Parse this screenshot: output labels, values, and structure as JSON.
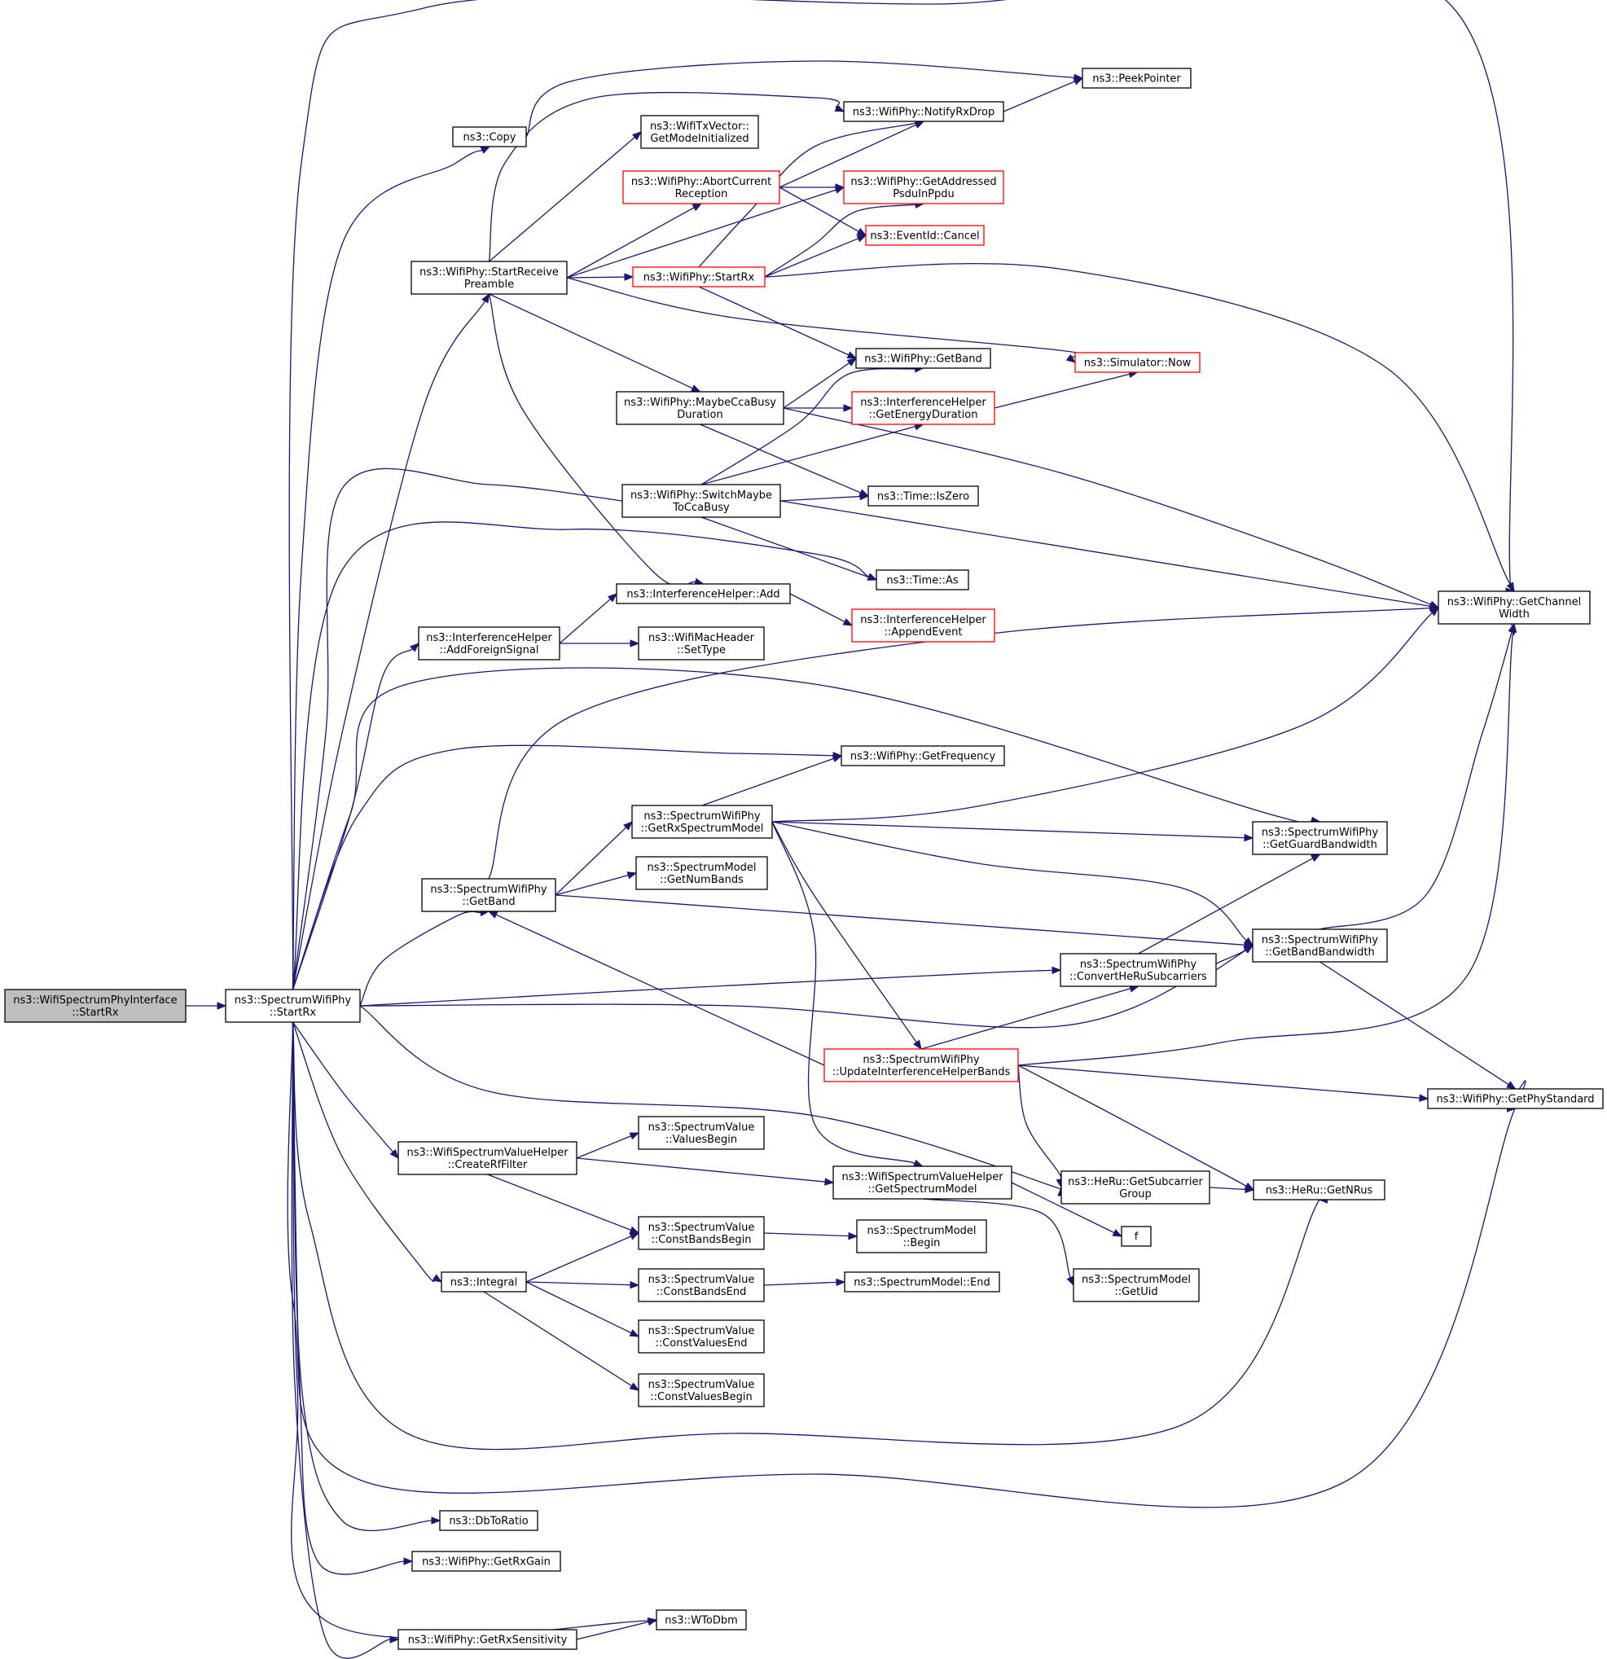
{
  "diagram": {
    "type": "call-graph",
    "nodes": [
      {
        "id": "root",
        "lines": [
          "ns3::WifiSpectrumPhyInterface",
          "::StartRx"
        ],
        "style": "root"
      },
      {
        "id": "swp_startrx",
        "lines": [
          "ns3::SpectrumWifiPhy",
          "::StartRx"
        ],
        "style": "normal"
      },
      {
        "id": "copy",
        "lines": [
          "ns3::Copy"
        ],
        "style": "normal"
      },
      {
        "id": "peek",
        "lines": [
          "ns3::PeekPointer"
        ],
        "style": "normal"
      },
      {
        "id": "notifyrxdrop",
        "lines": [
          "ns3::WifiPhy::NotifyRxDrop"
        ],
        "style": "normal"
      },
      {
        "id": "getmodeinit",
        "lines": [
          "ns3::WifiTxVector::",
          "GetModeInitialized"
        ],
        "style": "normal"
      },
      {
        "id": "abort",
        "lines": [
          "ns3::WifiPhy::AbortCurrent",
          "Reception"
        ],
        "style": "red"
      },
      {
        "id": "getaddressed",
        "lines": [
          "ns3::WifiPhy::GetAddressed",
          "PsduInPpdu"
        ],
        "style": "red"
      },
      {
        "id": "cancel",
        "lines": [
          "ns3::EventId::Cancel"
        ],
        "style": "red"
      },
      {
        "id": "startpreamble",
        "lines": [
          "ns3::WifiPhy::StartReceive",
          "Preamble"
        ],
        "style": "normal"
      },
      {
        "id": "wp_startrx",
        "lines": [
          "ns3::WifiPhy::StartRx"
        ],
        "style": "red"
      },
      {
        "id": "now",
        "lines": [
          "ns3::Simulator::Now"
        ],
        "style": "red"
      },
      {
        "id": "wp_getband",
        "lines": [
          "ns3::WifiPhy::GetBand"
        ],
        "style": "normal"
      },
      {
        "id": "maybecca",
        "lines": [
          "ns3::WifiPhy::MaybeCcaBusy",
          "Duration"
        ],
        "style": "normal"
      },
      {
        "id": "energy",
        "lines": [
          "ns3::InterferenceHelper",
          "::GetEnergyDuration"
        ],
        "style": "red"
      },
      {
        "id": "iszero",
        "lines": [
          "ns3::Time::IsZero"
        ],
        "style": "normal"
      },
      {
        "id": "switchcca",
        "lines": [
          "ns3::WifiPhy::SwitchMaybe",
          "ToCcaBusy"
        ],
        "style": "normal"
      },
      {
        "id": "timeas",
        "lines": [
          "ns3::Time::As"
        ],
        "style": "normal"
      },
      {
        "id": "getchwidth",
        "lines": [
          "ns3::WifiPhy::GetChannel",
          "Width"
        ],
        "style": "normal"
      },
      {
        "id": "ihadd",
        "lines": [
          "ns3::InterferenceHelper::Add"
        ],
        "style": "normal"
      },
      {
        "id": "appendevent",
        "lines": [
          "ns3::InterferenceHelper",
          "::AppendEvent"
        ],
        "style": "red"
      },
      {
        "id": "addforeign",
        "lines": [
          "ns3::InterferenceHelper",
          "::AddForeignSignal"
        ],
        "style": "normal"
      },
      {
        "id": "settype",
        "lines": [
          "ns3::WifiMacHeader",
          "::SetType"
        ],
        "style": "normal"
      },
      {
        "id": "getfreq",
        "lines": [
          "ns3::WifiPhy::GetFrequency"
        ],
        "style": "normal"
      },
      {
        "id": "getrxspec",
        "lines": [
          "ns3::SpectrumWifiPhy",
          "::GetRxSpectrumModel"
        ],
        "style": "normal"
      },
      {
        "id": "guardbw",
        "lines": [
          "ns3::SpectrumWifiPhy",
          "::GetGuardBandwidth"
        ],
        "style": "normal"
      },
      {
        "id": "numbands",
        "lines": [
          "ns3::SpectrumModel",
          "::GetNumBands"
        ],
        "style": "normal"
      },
      {
        "id": "swp_getband",
        "lines": [
          "ns3::SpectrumWifiPhy",
          "::GetBand"
        ],
        "style": "normal"
      },
      {
        "id": "bandbw",
        "lines": [
          "ns3::SpectrumWifiPhy",
          "::GetBandBandwidth"
        ],
        "style": "normal"
      },
      {
        "id": "converthe",
        "lines": [
          "ns3::SpectrumWifiPhy",
          "::ConvertHeRuSubcarriers"
        ],
        "style": "normal"
      },
      {
        "id": "updateih",
        "lines": [
          "ns3::SpectrumWifiPhy",
          "::UpdateInterferenceHelperBands"
        ],
        "style": "red"
      },
      {
        "id": "phystd",
        "lines": [
          "ns3::WifiPhy::GetPhyStandard"
        ],
        "style": "normal"
      },
      {
        "id": "createrf",
        "lines": [
          "ns3::WifiSpectrumValueHelper",
          "::CreateRfFilter"
        ],
        "style": "normal"
      },
      {
        "id": "valuesbegin",
        "lines": [
          "ns3::SpectrumValue",
          "::ValuesBegin"
        ],
        "style": "normal"
      },
      {
        "id": "getspecmodel",
        "lines": [
          "ns3::WifiSpectrumValueHelper",
          "::GetSpectrumModel"
        ],
        "style": "normal"
      },
      {
        "id": "subgroup",
        "lines": [
          "ns3::HeRu::GetSubcarrier",
          "Group"
        ],
        "style": "normal"
      },
      {
        "id": "getnrus",
        "lines": [
          "ns3::HeRu::GetNRus"
        ],
        "style": "normal"
      },
      {
        "id": "cbbegin",
        "lines": [
          "ns3::SpectrumValue",
          "::ConstBandsBegin"
        ],
        "style": "normal"
      },
      {
        "id": "smbegin",
        "lines": [
          "ns3::SpectrumModel",
          "::Begin"
        ],
        "style": "normal"
      },
      {
        "id": "f",
        "lines": [
          "f"
        ],
        "style": "normal"
      },
      {
        "id": "integral",
        "lines": [
          "ns3::Integral"
        ],
        "style": "normal"
      },
      {
        "id": "cbend",
        "lines": [
          "ns3::SpectrumValue",
          "::ConstBandsEnd"
        ],
        "style": "normal"
      },
      {
        "id": "smend",
        "lines": [
          "ns3::SpectrumModel::End"
        ],
        "style": "normal"
      },
      {
        "id": "getuid",
        "lines": [
          "ns3::SpectrumModel",
          "::GetUid"
        ],
        "style": "normal"
      },
      {
        "id": "cvend",
        "lines": [
          "ns3::SpectrumValue",
          "::ConstValuesEnd"
        ],
        "style": "normal"
      },
      {
        "id": "cvbegin",
        "lines": [
          "ns3::SpectrumValue",
          "::ConstValuesBegin"
        ],
        "style": "normal"
      },
      {
        "id": "dbtoratio",
        "lines": [
          "ns3::DbToRatio"
        ],
        "style": "normal"
      },
      {
        "id": "rxgain",
        "lines": [
          "ns3::WifiPhy::GetRxGain"
        ],
        "style": "normal"
      },
      {
        "id": "wtodbm",
        "lines": [
          "ns3::WToDbm"
        ],
        "style": "normal"
      },
      {
        "id": "rxsens",
        "lines": [
          "ns3::WifiPhy::GetRxSensitivity"
        ],
        "style": "normal"
      }
    ],
    "edges": [
      [
        "root",
        "swp_startrx"
      ],
      [
        "swp_startrx",
        "getchwidth"
      ],
      [
        "swp_startrx",
        "copy"
      ],
      [
        "swp_startrx",
        "startpreamble"
      ],
      [
        "swp_startrx",
        "switchcca"
      ],
      [
        "swp_startrx",
        "timeas"
      ],
      [
        "swp_startrx",
        "addforeign"
      ],
      [
        "swp_startrx",
        "guardbw"
      ],
      [
        "swp_startrx",
        "getfreq"
      ],
      [
        "swp_startrx",
        "swp_getband"
      ],
      [
        "swp_startrx",
        "converthe"
      ],
      [
        "swp_startrx",
        "bandbw"
      ],
      [
        "swp_startrx",
        "subgroup"
      ],
      [
        "swp_startrx",
        "createrf"
      ],
      [
        "swp_startrx",
        "integral"
      ],
      [
        "swp_startrx",
        "getnrus"
      ],
      [
        "swp_startrx",
        "phystd"
      ],
      [
        "swp_startrx",
        "dbtoratio"
      ],
      [
        "swp_startrx",
        "rxgain"
      ],
      [
        "swp_startrx",
        "wtodbm"
      ],
      [
        "swp_startrx",
        "rxsens"
      ],
      [
        "copy",
        "peek"
      ],
      [
        "notifyrxdrop",
        "peek"
      ],
      [
        "startpreamble",
        "notifyrxdrop"
      ],
      [
        "startpreamble",
        "getmodeinit"
      ],
      [
        "startpreamble",
        "abort"
      ],
      [
        "startpreamble",
        "getaddressed"
      ],
      [
        "startpreamble",
        "wp_startrx"
      ],
      [
        "startpreamble",
        "now"
      ],
      [
        "startpreamble",
        "maybecca"
      ],
      [
        "startpreamble",
        "ihadd"
      ],
      [
        "abort",
        "notifyrxdrop"
      ],
      [
        "abort",
        "getaddressed"
      ],
      [
        "abort",
        "cancel"
      ],
      [
        "wp_startrx",
        "notifyrxdrop"
      ],
      [
        "wp_startrx",
        "getaddressed"
      ],
      [
        "wp_startrx",
        "cancel"
      ],
      [
        "wp_startrx",
        "wp_getband"
      ],
      [
        "wp_startrx",
        "getchwidth"
      ],
      [
        "maybecca",
        "wp_getband"
      ],
      [
        "maybecca",
        "energy"
      ],
      [
        "maybecca",
        "iszero"
      ],
      [
        "maybecca",
        "getchwidth"
      ],
      [
        "energy",
        "now"
      ],
      [
        "switchcca",
        "wp_getband"
      ],
      [
        "switchcca",
        "energy"
      ],
      [
        "switchcca",
        "iszero"
      ],
      [
        "switchcca",
        "timeas"
      ],
      [
        "switchcca",
        "getchwidth"
      ],
      [
        "ihadd",
        "appendevent"
      ],
      [
        "addforeign",
        "ihadd"
      ],
      [
        "addforeign",
        "settype"
      ],
      [
        "getrxspec",
        "getfreq"
      ],
      [
        "getrxspec",
        "getchwidth"
      ],
      [
        "getrxspec",
        "guardbw"
      ],
      [
        "getrxspec",
        "bandbw"
      ],
      [
        "getrxspec",
        "updateih"
      ],
      [
        "getrxspec",
        "getspecmodel"
      ],
      [
        "swp_getband",
        "getchwidth"
      ],
      [
        "swp_getband",
        "getrxspec"
      ],
      [
        "swp_getband",
        "numbands"
      ],
      [
        "swp_getband",
        "bandbw"
      ],
      [
        "converthe",
        "guardbw"
      ],
      [
        "converthe",
        "bandbw"
      ],
      [
        "bandbw",
        "getchwidth"
      ],
      [
        "bandbw",
        "phystd"
      ],
      [
        "updateih",
        "swp_getband"
      ],
      [
        "updateih",
        "converthe"
      ],
      [
        "updateih",
        "getchwidth"
      ],
      [
        "updateih",
        "phystd"
      ],
      [
        "updateih",
        "subgroup"
      ],
      [
        "updateih",
        "getnrus"
      ],
      [
        "createrf",
        "valuesbegin"
      ],
      [
        "createrf",
        "getspecmodel"
      ],
      [
        "createrf",
        "cbbegin"
      ],
      [
        "getspecmodel",
        "f"
      ],
      [
        "getspecmodel",
        "getuid"
      ],
      [
        "subgroup",
        "getnrus"
      ],
      [
        "cbbegin",
        "smbegin"
      ],
      [
        "integral",
        "cbbegin"
      ],
      [
        "integral",
        "cbend"
      ],
      [
        "integral",
        "cvend"
      ],
      [
        "integral",
        "cvbegin"
      ],
      [
        "cbend",
        "smend"
      ],
      [
        "rxsens",
        "wtodbm"
      ]
    ]
  }
}
